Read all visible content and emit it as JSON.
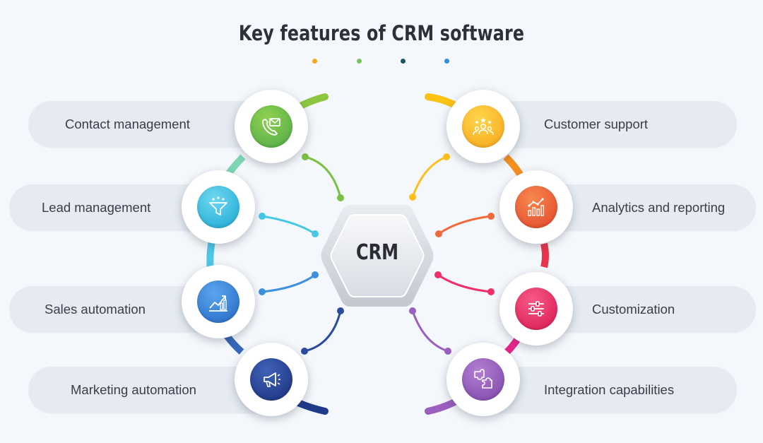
{
  "title": "Key features of CRM software",
  "center_label": "CRM",
  "dots": [
    "#f5a71c",
    "#7cc35b",
    "#16586b",
    "#2f8de8"
  ],
  "features": [
    {
      "label": "Contact management",
      "icon": "phone-mail-icon",
      "color": "#7ac143",
      "color2": "#4fa84b"
    },
    {
      "label": "Lead management",
      "icon": "funnel-icon",
      "color": "#45c8e8",
      "color2": "#1aa6d3"
    },
    {
      "label": "Sales automation",
      "icon": "sales-chart-icon",
      "color": "#3d8fe0",
      "color2": "#2466c4"
    },
    {
      "label": "Marketing automation",
      "icon": "megaphone-icon",
      "color": "#2a4aa0",
      "color2": "#1b2f7a"
    },
    {
      "label": "Customer support",
      "icon": "customers-stars-icon",
      "color": "#fdbf1d",
      "color2": "#f7a51a"
    },
    {
      "label": "Analytics and reporting",
      "icon": "analytics-chart-icon",
      "color": "#f26a3a",
      "color2": "#e0452a"
    },
    {
      "label": "Customization",
      "icon": "sliders-icon",
      "color": "#f02e6a",
      "color2": "#d9164f"
    },
    {
      "label": "Integration capabilities",
      "icon": "puzzle-icon",
      "color": "#9b5fc0",
      "color2": "#7a44a8"
    }
  ]
}
